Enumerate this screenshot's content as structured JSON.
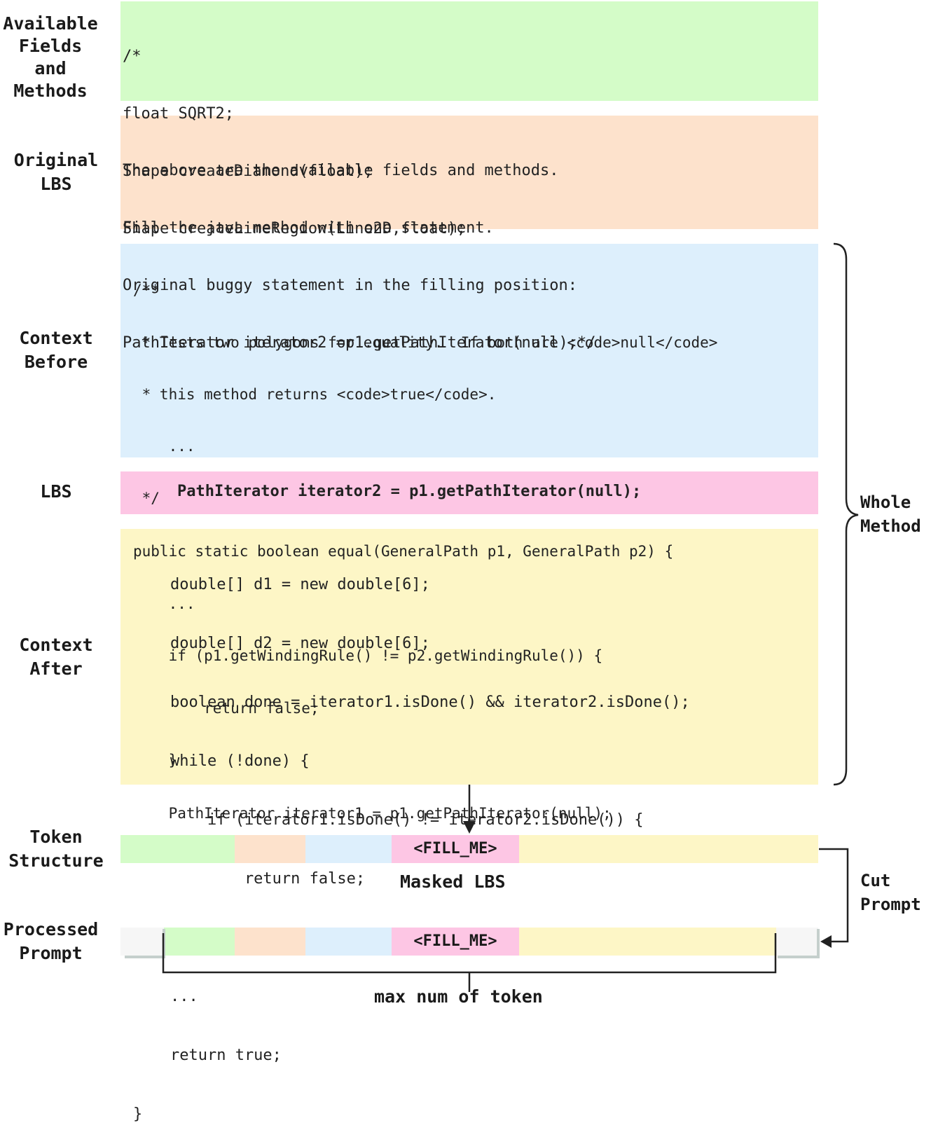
{
  "labels": {
    "fields": "Available\nFields\nand\nMethods",
    "original_lbs": "Original\nLBS",
    "context_before": "Context\nBefore",
    "lbs": "LBS",
    "context_after": "Context\nAfter",
    "token_structure": "Token\nStructure",
    "processed_prompt": "Processed\nPrompt",
    "whole_method": "Whole\nMethod",
    "cut_prompt": "Cut\nPrompt",
    "masked_lbs": "Masked LBS",
    "max_tokens": "max num of token",
    "fill_me": "<FILL_ME>"
  },
  "fields_code": [
    "/*",
    "float SQRT2;",
    "Shape createDiamond(float);",
    "Shape createLineRegion(Line2D,float);"
  ],
  "original_lbs_code": [
    "The above are the available fields and methods.",
    "Fill the java method with one statement.",
    "Original buggy statement in the filling position:",
    "PathIterator iterator2 =p1.getPathIterator(null);*/"
  ],
  "context_before_code": [
    "/**",
    " * Tests two polygons for equality.  If both are <code>null</code>",
    " * this method returns <code>true</code>.",
    "    ...",
    " */",
    "public static boolean equal(GeneralPath p1, GeneralPath p2) {",
    "    ...",
    "    if (p1.getWindingRule() != p2.getWindingRule()) {",
    "        return false;",
    "    }",
    "    PathIterator iterator1 = p1.getPathIterator(null);"
  ],
  "lbs_code": "PathIterator iterator2 = p1.getPathIterator(null);",
  "context_after_code": [
    "    double[] d1 = new double[6];",
    "    double[] d2 = new double[6];",
    "    boolean done = iterator1.isDone() && iterator2.isDone();",
    "    while (!done) {",
    "        if (iterator1.isDone() != iterator2.isDone()) {",
    "            return false;",
    "        }",
    "    ...",
    "    return true;",
    "}"
  ],
  "colors": {
    "fields": "#d4fcc8",
    "original_lbs": "#fde2cc",
    "context_before": "#ddeffc",
    "lbs": "#fdc6e4",
    "context_after": "#fdf6c6",
    "truncated": "#f6f6f6"
  }
}
